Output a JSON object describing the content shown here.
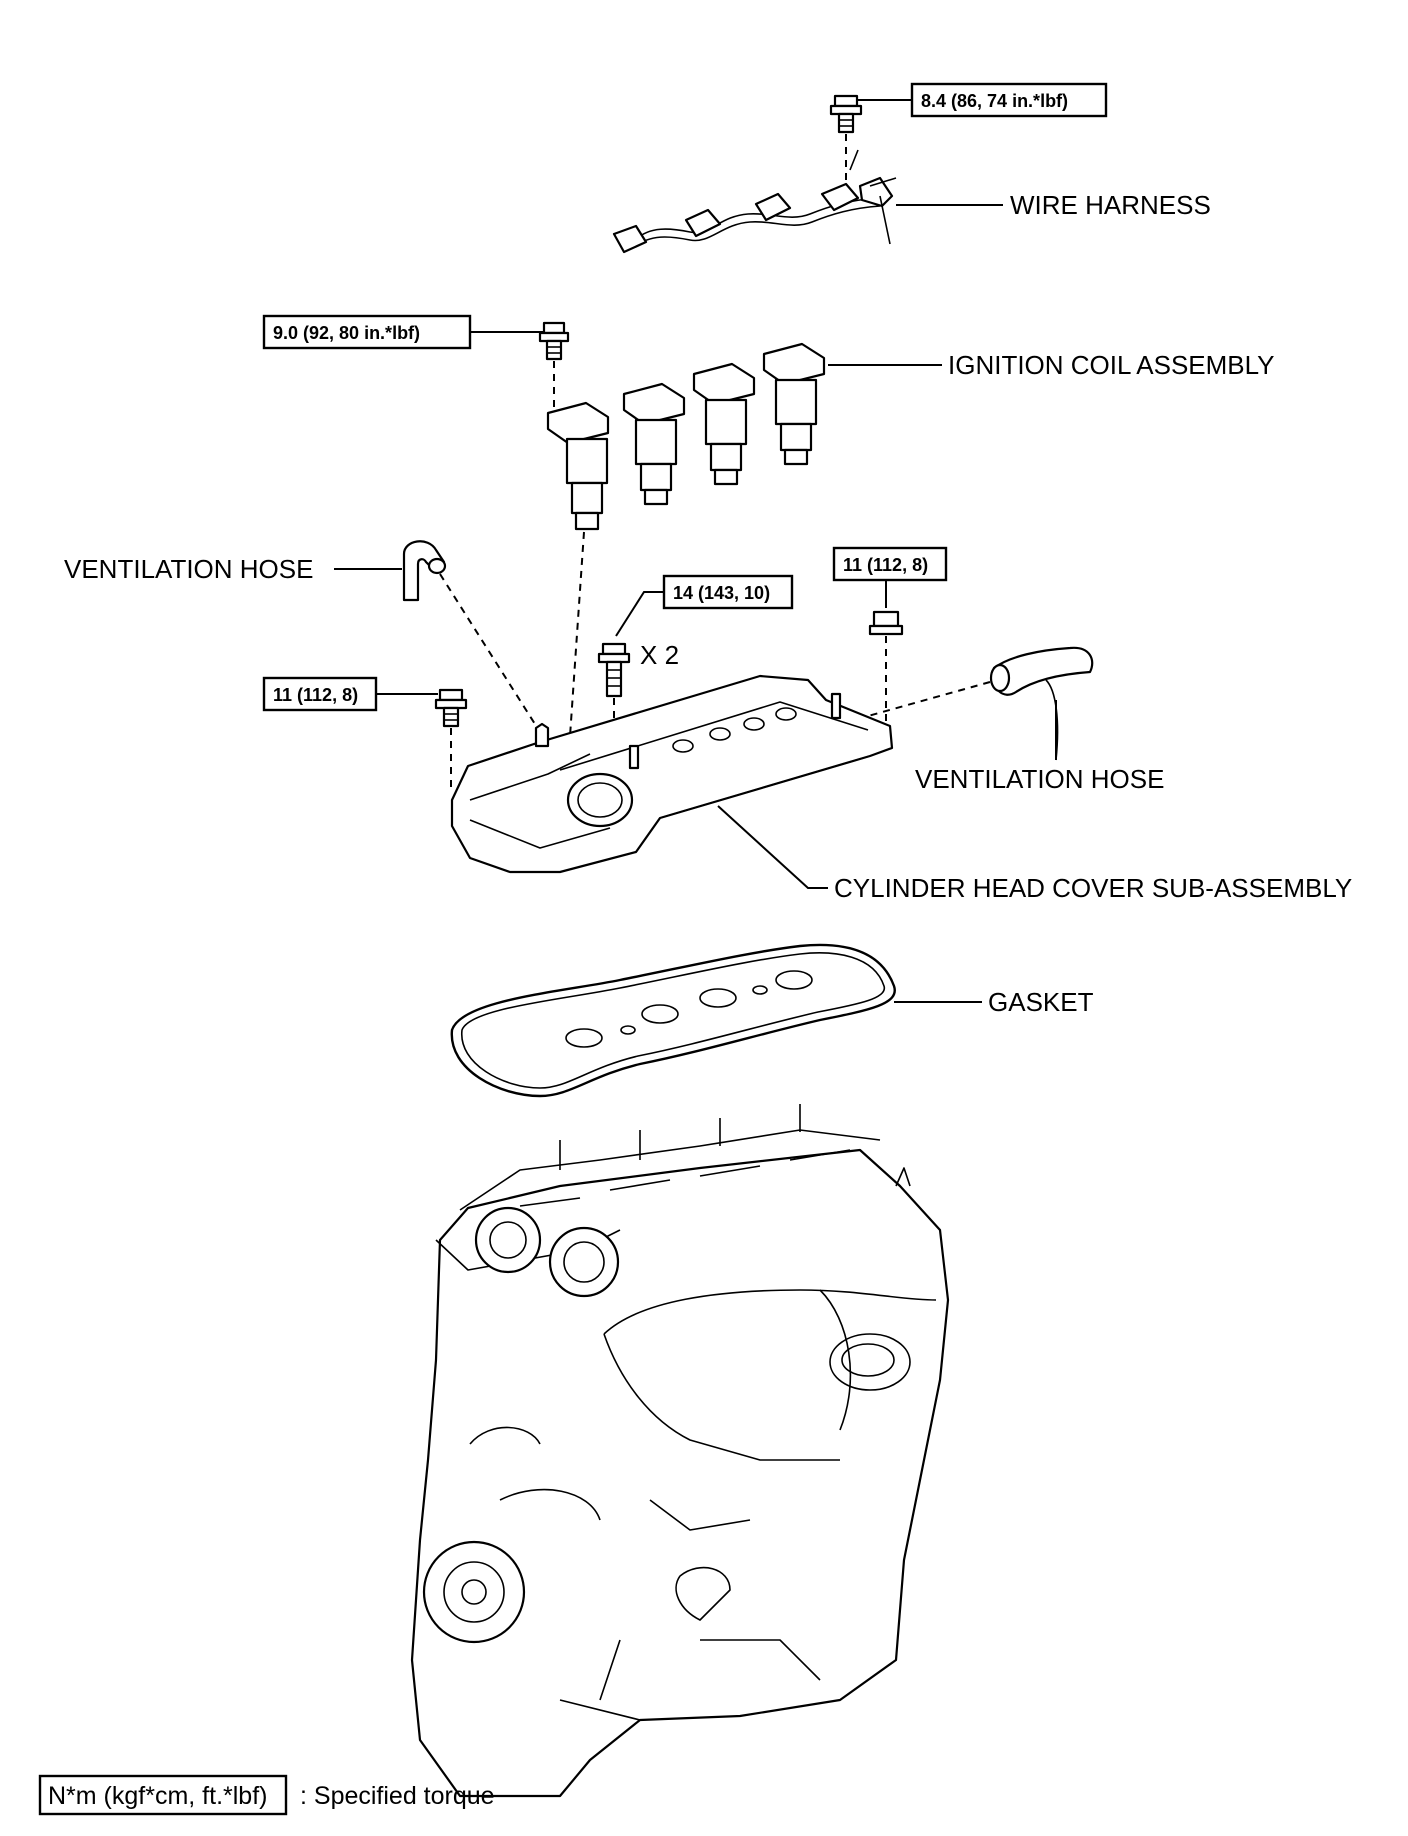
{
  "parts": {
    "wire_harness": "WIRE HARNESS",
    "ignition_coil": "IGNITION COIL ASSEMBLY",
    "ventilation_hose_left": "VENTILATION HOSE",
    "ventilation_hose_right": "VENTILATION HOSE",
    "cylinder_head_cover": "CYLINDER HEAD COVER SUB-ASSEMBLY",
    "gasket": "GASKET"
  },
  "torques": {
    "wire_harness_bolt": "8.4 (86, 74 in.*lbf)",
    "ignition_coil_bolt": "9.0 (92, 80 in.*lbf)",
    "cover_bolt_center": "14 (143, 10)",
    "cover_nut_right": "11 (112, 8)",
    "cover_bolt_left": "11 (112, 8)"
  },
  "quantity": "X 2",
  "legend": {
    "unit": "N*m (kgf*cm, ft.*lbf)",
    "description": ": Specified torque"
  }
}
